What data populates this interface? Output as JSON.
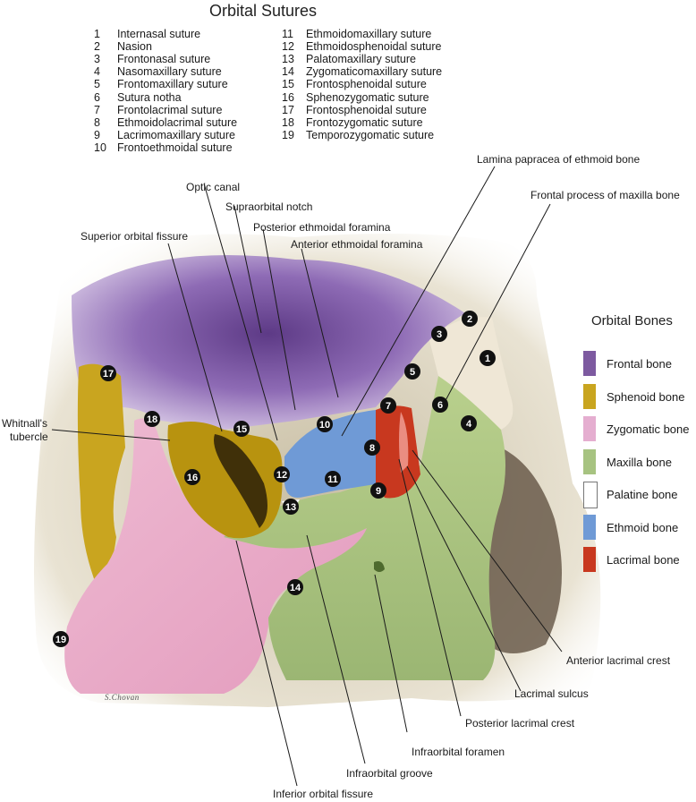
{
  "sutures": {
    "title": "Orbital Sutures",
    "items": [
      {
        "num": "1",
        "label": "Internasal suture"
      },
      {
        "num": "2",
        "label": "Nasion"
      },
      {
        "num": "3",
        "label": "Frontonasal suture"
      },
      {
        "num": "4",
        "label": "Nasomaxillary suture"
      },
      {
        "num": "5",
        "label": "Frontomaxillary suture"
      },
      {
        "num": "6",
        "label": "Sutura notha"
      },
      {
        "num": "7",
        "label": "Frontolacrimal suture"
      },
      {
        "num": "8",
        "label": "Ethmoidolacrimal suture"
      },
      {
        "num": "9",
        "label": "Lacrimomaxillary suture"
      },
      {
        "num": "10",
        "label": "Frontoethmoidal suture"
      },
      {
        "num": "11",
        "label": "Ethmoidomaxillary suture"
      },
      {
        "num": "12",
        "label": "Ethmoidosphenoidal suture"
      },
      {
        "num": "13",
        "label": "Palatomaxillary suture"
      },
      {
        "num": "14",
        "label": "Zygomaticomaxillary suture"
      },
      {
        "num": "15",
        "label": "Frontosphenoidal suture"
      },
      {
        "num": "16",
        "label": "Sphenozygomatic suture"
      },
      {
        "num": "17",
        "label": "Frontosphenoidal suture"
      },
      {
        "num": "18",
        "label": "Frontozygomatic suture"
      },
      {
        "num": "19",
        "label": "Temporozygomatic suture"
      }
    ]
  },
  "callouts": {
    "optic_canal": "Optic canal",
    "supraorbital_notch": "Supraorbital notch",
    "posterior_ethmoidal_foramina": "Posterior ethmoidal foramina",
    "anterior_ethmoidal_foramina": "Anterior ethmoidal foramina",
    "superior_orbital_fissure": "Superior orbital fissure",
    "lamina_papracea": "Lamina papracea of ethmoid bone",
    "frontal_process_maxilla": "Frontal process of maxilla bone",
    "whitnalls_tubercle_1": "Whitnall's",
    "whitnalls_tubercle_2": "tubercle",
    "anterior_lacrimal_crest": "Anterior lacrimal crest",
    "lacrimal_sulcus": "Lacrimal sulcus",
    "posterior_lacrimal_crest": "Posterior lacrimal crest",
    "infraorbital_foramen": "Infraorbital foramen",
    "infraorbital_groove": "Infraorbital groove",
    "inferior_orbital_fissure": "Inferior orbital fissure"
  },
  "legend": {
    "title": "Orbital Bones",
    "items": [
      {
        "label": "Frontal bone",
        "color": "#7d5aa0"
      },
      {
        "label": "Sphenoid bone",
        "color": "#c9a51f"
      },
      {
        "label": "Zygomatic bone",
        "color": "#e5aed0"
      },
      {
        "label": "Maxilla bone",
        "color": "#a7c381"
      },
      {
        "label": "Palatine bone",
        "color": "#ffffff"
      },
      {
        "label": "Ethmoid bone",
        "color": "#6f9ad6"
      },
      {
        "label": "Lacrimal bone",
        "color": "#c8381f"
      }
    ]
  },
  "signature": "S.Chovan"
}
